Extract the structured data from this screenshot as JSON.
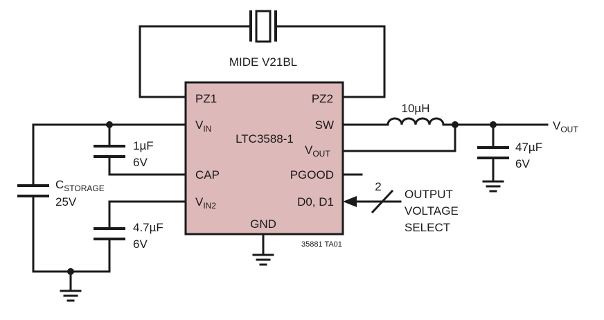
{
  "chip": {
    "name": "LTC3588-1",
    "fill": "#deb9b9",
    "pins": {
      "pz1": "PZ1",
      "pz2": "PZ2",
      "vin": {
        "main": "V",
        "sub": "IN"
      },
      "sw": "SW",
      "vout": {
        "main": "V",
        "sub": "OUT"
      },
      "cap": "CAP",
      "pgood": "PGOOD",
      "vin2": {
        "main": "V",
        "sub": "IN2"
      },
      "d0d1": "D0, D1",
      "gnd": "GND"
    }
  },
  "piezo": {
    "label": "MIDE V21BL"
  },
  "inductor": {
    "value": "10µH"
  },
  "output": {
    "main": "V",
    "sub": "OUT"
  },
  "caps": {
    "c_cap": {
      "value": "1µF",
      "voltage": "6V"
    },
    "c_vin2": {
      "value": "4.7µF",
      "voltage": "6V"
    },
    "c_out": {
      "value": "47µF",
      "voltage": "6V"
    },
    "c_storage": {
      "main": "C",
      "sub": "STORAGE",
      "voltage": "25V"
    }
  },
  "select": {
    "bus_width": "2",
    "line1": "OUTPUT",
    "line2": "VOLTAGE",
    "line3": "SELECT"
  },
  "figure_ref": "35881 TA01"
}
